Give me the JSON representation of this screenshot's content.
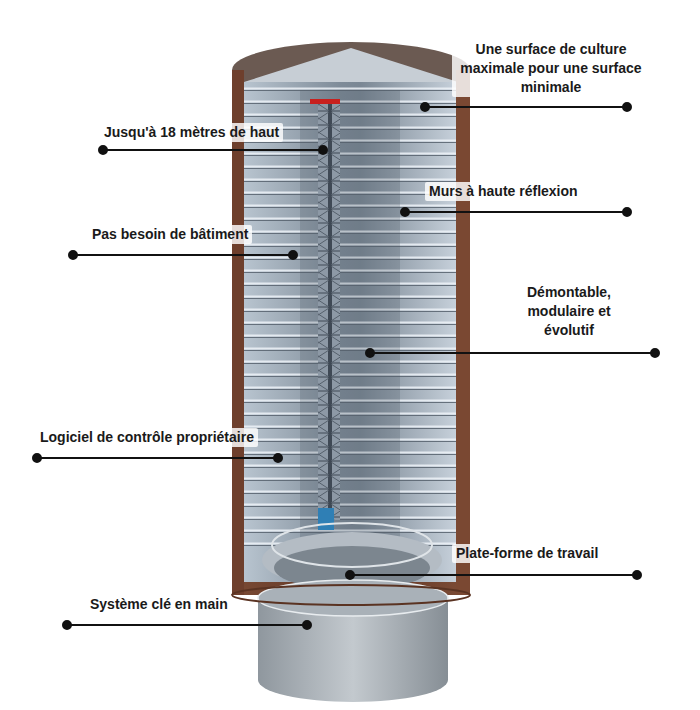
{
  "diagram": {
    "labels": [
      "Une surface de culture maximale pour une surface minimale",
      "Jusqu'à 18 mètres de haut",
      "Murs à haute réflexion",
      "Pas besoin de bâtiment",
      "Démontable, modulaire et évolutif",
      "Logiciel de contrôle propriétaire",
      "Plate-forme de travail",
      "Système clé en main"
    ]
  }
}
